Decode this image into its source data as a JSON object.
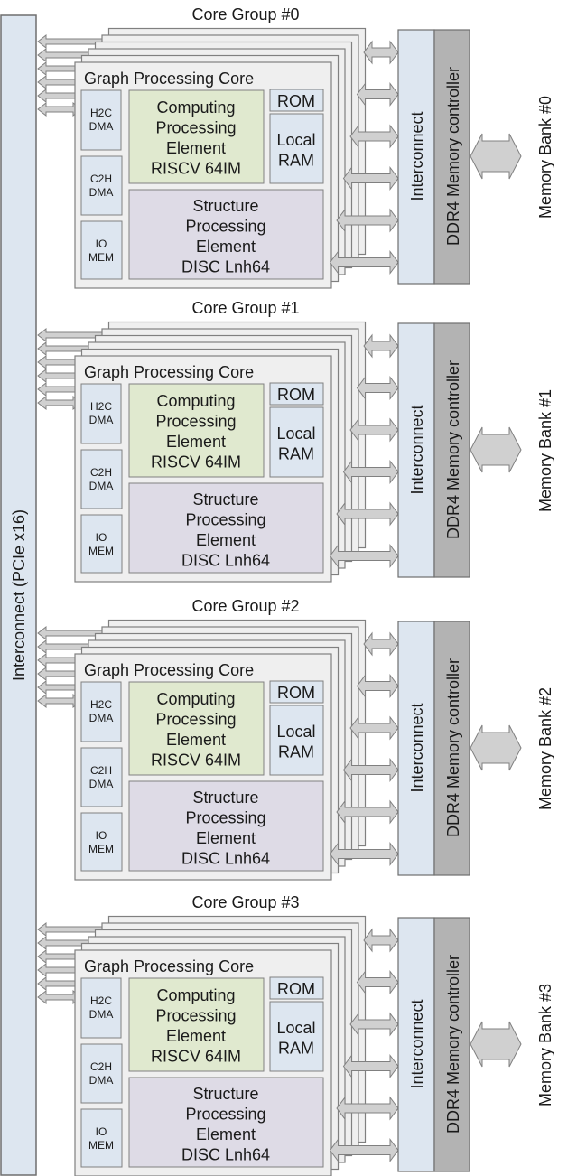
{
  "pcie_bus": {
    "label": "Interconnect (PCIe x16)"
  },
  "colors": {
    "bus_fill": "#dde6f0",
    "card_fill": "#efefef",
    "card_stroke": "#808080",
    "blue_block": "#dde6f0",
    "green_block": "#e0e9cf",
    "purple_block": "#dedbe6",
    "ddr_fill": "#b3b3b3",
    "arrow_fill": "#d0d0d0",
    "arrow_stroke": "#808080"
  },
  "core_groups": [
    {
      "title": "Core Group #0",
      "core_title": "Graph Processing Core",
      "h2c": [
        "H2C",
        "DMA"
      ],
      "c2h": [
        "C2H",
        "DMA"
      ],
      "io": [
        "IO",
        "MEM"
      ],
      "cpe": [
        "Computing",
        "Processing",
        "Element",
        "RISCV 64IM"
      ],
      "rom": "ROM",
      "ram": [
        "Local",
        "RAM"
      ],
      "spe": [
        "Structure",
        "Processing",
        "Element",
        "DISC Lnh64"
      ],
      "interconnect": "Interconnect",
      "ddr": "DDR4 Memory controller",
      "bank": "Memory Bank #0"
    },
    {
      "title": "Core Group #1",
      "core_title": "Graph Processing Core",
      "h2c": [
        "H2C",
        "DMA"
      ],
      "c2h": [
        "C2H",
        "DMA"
      ],
      "io": [
        "IO",
        "MEM"
      ],
      "cpe": [
        "Computing",
        "Processing",
        "Element",
        "RISCV 64IM"
      ],
      "rom": "ROM",
      "ram": [
        "Local",
        "RAM"
      ],
      "spe": [
        "Structure",
        "Processing",
        "Element",
        "DISC Lnh64"
      ],
      "interconnect": "Interconnect",
      "ddr": "DDR4 Memory controller",
      "bank": "Memory Bank #1"
    },
    {
      "title": "Core Group #2",
      "core_title": "Graph Processing Core",
      "h2c": [
        "H2C",
        "DMA"
      ],
      "c2h": [
        "C2H",
        "DMA"
      ],
      "io": [
        "IO",
        "MEM"
      ],
      "cpe": [
        "Computing",
        "Processing",
        "Element",
        "RISCV 64IM"
      ],
      "rom": "ROM",
      "ram": [
        "Local",
        "RAM"
      ],
      "spe": [
        "Structure",
        "Processing",
        "Element",
        "DISC Lnh64"
      ],
      "interconnect": "Interconnect",
      "ddr": "DDR4 Memory controller",
      "bank": "Memory Bank #2"
    },
    {
      "title": "Core Group #3",
      "core_title": "Graph Processing Core",
      "h2c": [
        "H2C",
        "DMA"
      ],
      "c2h": [
        "C2H",
        "DMA"
      ],
      "io": [
        "IO",
        "MEM"
      ],
      "cpe": [
        "Computing",
        "Processing",
        "Element",
        "RISCV 64IM"
      ],
      "rom": "ROM",
      "ram": [
        "Local",
        "RAM"
      ],
      "spe": [
        "Structure",
        "Processing",
        "Element",
        "DISC Lnh64"
      ],
      "interconnect": "Interconnect",
      "ddr": "DDR4 Memory controller",
      "bank": "Memory Bank #3"
    }
  ],
  "stacked_cores_per_group": 6
}
